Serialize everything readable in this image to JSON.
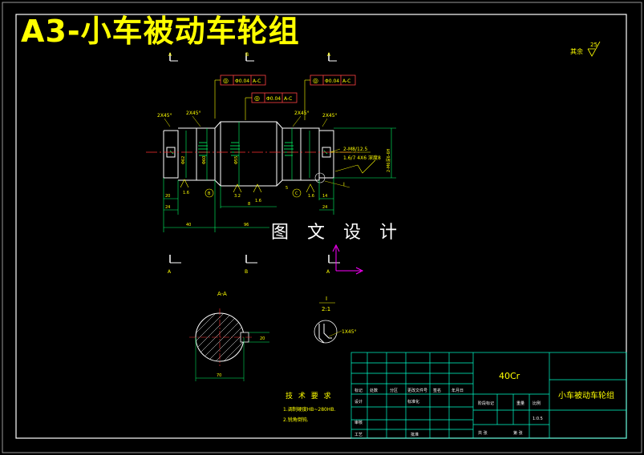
{
  "title": "A3-小车被动车轮组",
  "watermark": "图 文 设 计",
  "colors": {
    "frame": "#ffffff",
    "title": "#ffff00",
    "geometry": "#ffffff",
    "dimension": "#00ff66",
    "annotation": "#ffff00",
    "centerline": "#ff3030",
    "tolerance": "#ff4040",
    "titleblock": "#00ffcc",
    "axis": "#ff00ff",
    "text_label": "#ffffff"
  },
  "roughness": {
    "label": "其余",
    "value": "25"
  },
  "sections": {
    "a": "A",
    "b": "B",
    "a_view": "A-A"
  },
  "tolerances": [
    {
      "symbol": "◎",
      "value": "Φ0.04",
      "datum": "A-C"
    },
    {
      "symbol": "◎",
      "value": "Φ0.04",
      "datum": "A-C"
    },
    {
      "symbol": "◎",
      "value": "Φ0.04",
      "datum": "A-C"
    }
  ],
  "chamfers": [
    "2X45°",
    "2X45°",
    "2X45°",
    "2X45°"
  ],
  "dims": {
    "d1": "Φ62",
    "d2": "Φ60",
    "d3": "Φ55",
    "thread1": "2-M8/12.5",
    "thread2": "1.6/7 4X6 深度8",
    "right_dim": "2-M6深6-6H",
    "len1": "40",
    "len2": "96",
    "len3": "20",
    "len4": "24",
    "len5": "5",
    "len6": "14",
    "len7": "8",
    "rough1": "1.6",
    "rough2": "3.2",
    "rough3": "1.6",
    "rough4": "1.6",
    "datum_b": "B",
    "datum_c": "C",
    "detail_mark": "I"
  },
  "section_view": {
    "label": "A-A",
    "width": "70",
    "keyway": "20"
  },
  "detail": {
    "label": "I",
    "scale": "2:1",
    "chamfer": "1X45°"
  },
  "tech_req": {
    "heading": "技 术 要 求",
    "items": [
      "1.调制硬度HB~280HB.",
      "2.锐角倒钝."
    ]
  },
  "titleblock": {
    "material": "40Cr",
    "part_name": "小车被动车轮组",
    "cells": [
      "标记",
      "处数",
      "分区",
      "更改文件号",
      "签名",
      "年月日",
      "设计",
      "标准化",
      "审核",
      "工艺",
      "批准",
      "阶段标记",
      "重量",
      "比例",
      "1:0.5",
      "共 张",
      "第 张"
    ]
  }
}
